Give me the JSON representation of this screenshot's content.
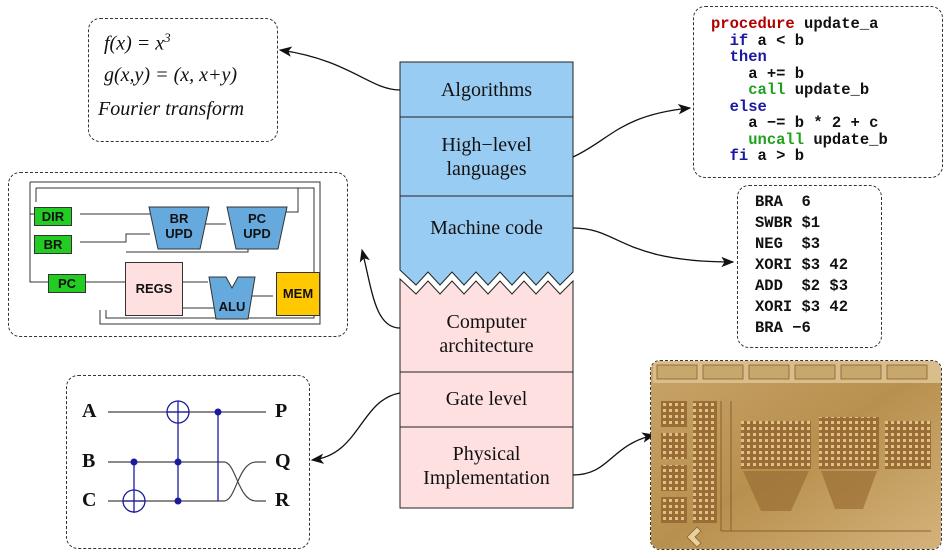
{
  "layers": [
    {
      "id": "algorithms",
      "label": "Algorithms",
      "color": "#99ccf2"
    },
    {
      "id": "high-level",
      "label": "High−level languages",
      "line1": "High−level",
      "line2": "languages",
      "color": "#99ccf2"
    },
    {
      "id": "machine-code",
      "label": "Machine code",
      "color": "#99ccf2"
    },
    {
      "id": "architecture",
      "label": "Computer architecture",
      "line1": "Computer",
      "line2": "architecture",
      "color": "#ffe0e0"
    },
    {
      "id": "gate-level",
      "label": "Gate level",
      "color": "#ffe0e0"
    },
    {
      "id": "physical",
      "label": "Physical Implementation",
      "line1": "Physical",
      "line2": "Implementation",
      "color": "#ffe0e0"
    }
  ],
  "algorithms_box": {
    "lines": [
      "f(x) = x",
      "g(x,y) = (x, x+y)",
      "Fourier transform"
    ],
    "superscript": "3"
  },
  "high_level_code": {
    "l1_kw": "procedure",
    "l1_rest": " update_a",
    "l2_kw": "if",
    "l2_rest": " a < b",
    "l3_kw": "then",
    "l4": "a += b",
    "l5_kw": "call",
    "l5_rest": " update_b",
    "l6_kw": "else",
    "l7": "a −= b * 2 + c",
    "l8_kw": "uncall",
    "l8_rest": " update_b",
    "l9_kw": "fi",
    "l9_rest": " a > b"
  },
  "machine_code": [
    "BRA  6",
    "SWBR $1",
    "NEG  $3",
    "XORI $3 42",
    "ADD  $2 $3",
    "XORI $3 42",
    "BRA −6"
  ],
  "architecture_blocks": {
    "dir": "DIR",
    "br": "BR",
    "pc": "PC",
    "br_upd_1": "BR",
    "br_upd_2": "UPD",
    "pc_upd_1": "PC",
    "pc_upd_2": "UPD",
    "regs": "REGS",
    "alu": "ALU",
    "mem": "MEM"
  },
  "gate_circuit": {
    "inputs": [
      "A",
      "B",
      "C"
    ],
    "outputs": [
      "P",
      "Q",
      "R"
    ]
  },
  "colors": {
    "upper_layers": "#99ccf2",
    "lower_layers": "#ffe0e0",
    "register_green": "#22cc22",
    "unit_blue": "#66aadd",
    "regs_pink": "#ffe0e0",
    "mem_yellow": "#ffc800",
    "gate_blue": "#1a1aa0",
    "keyword_red": "#b00000",
    "keyword_blue": "#1a1aa0",
    "keyword_green": "#1fa11f"
  },
  "icons": {
    "arrows": "curved-arrow-icon",
    "chip": "chip-photo-icon"
  }
}
